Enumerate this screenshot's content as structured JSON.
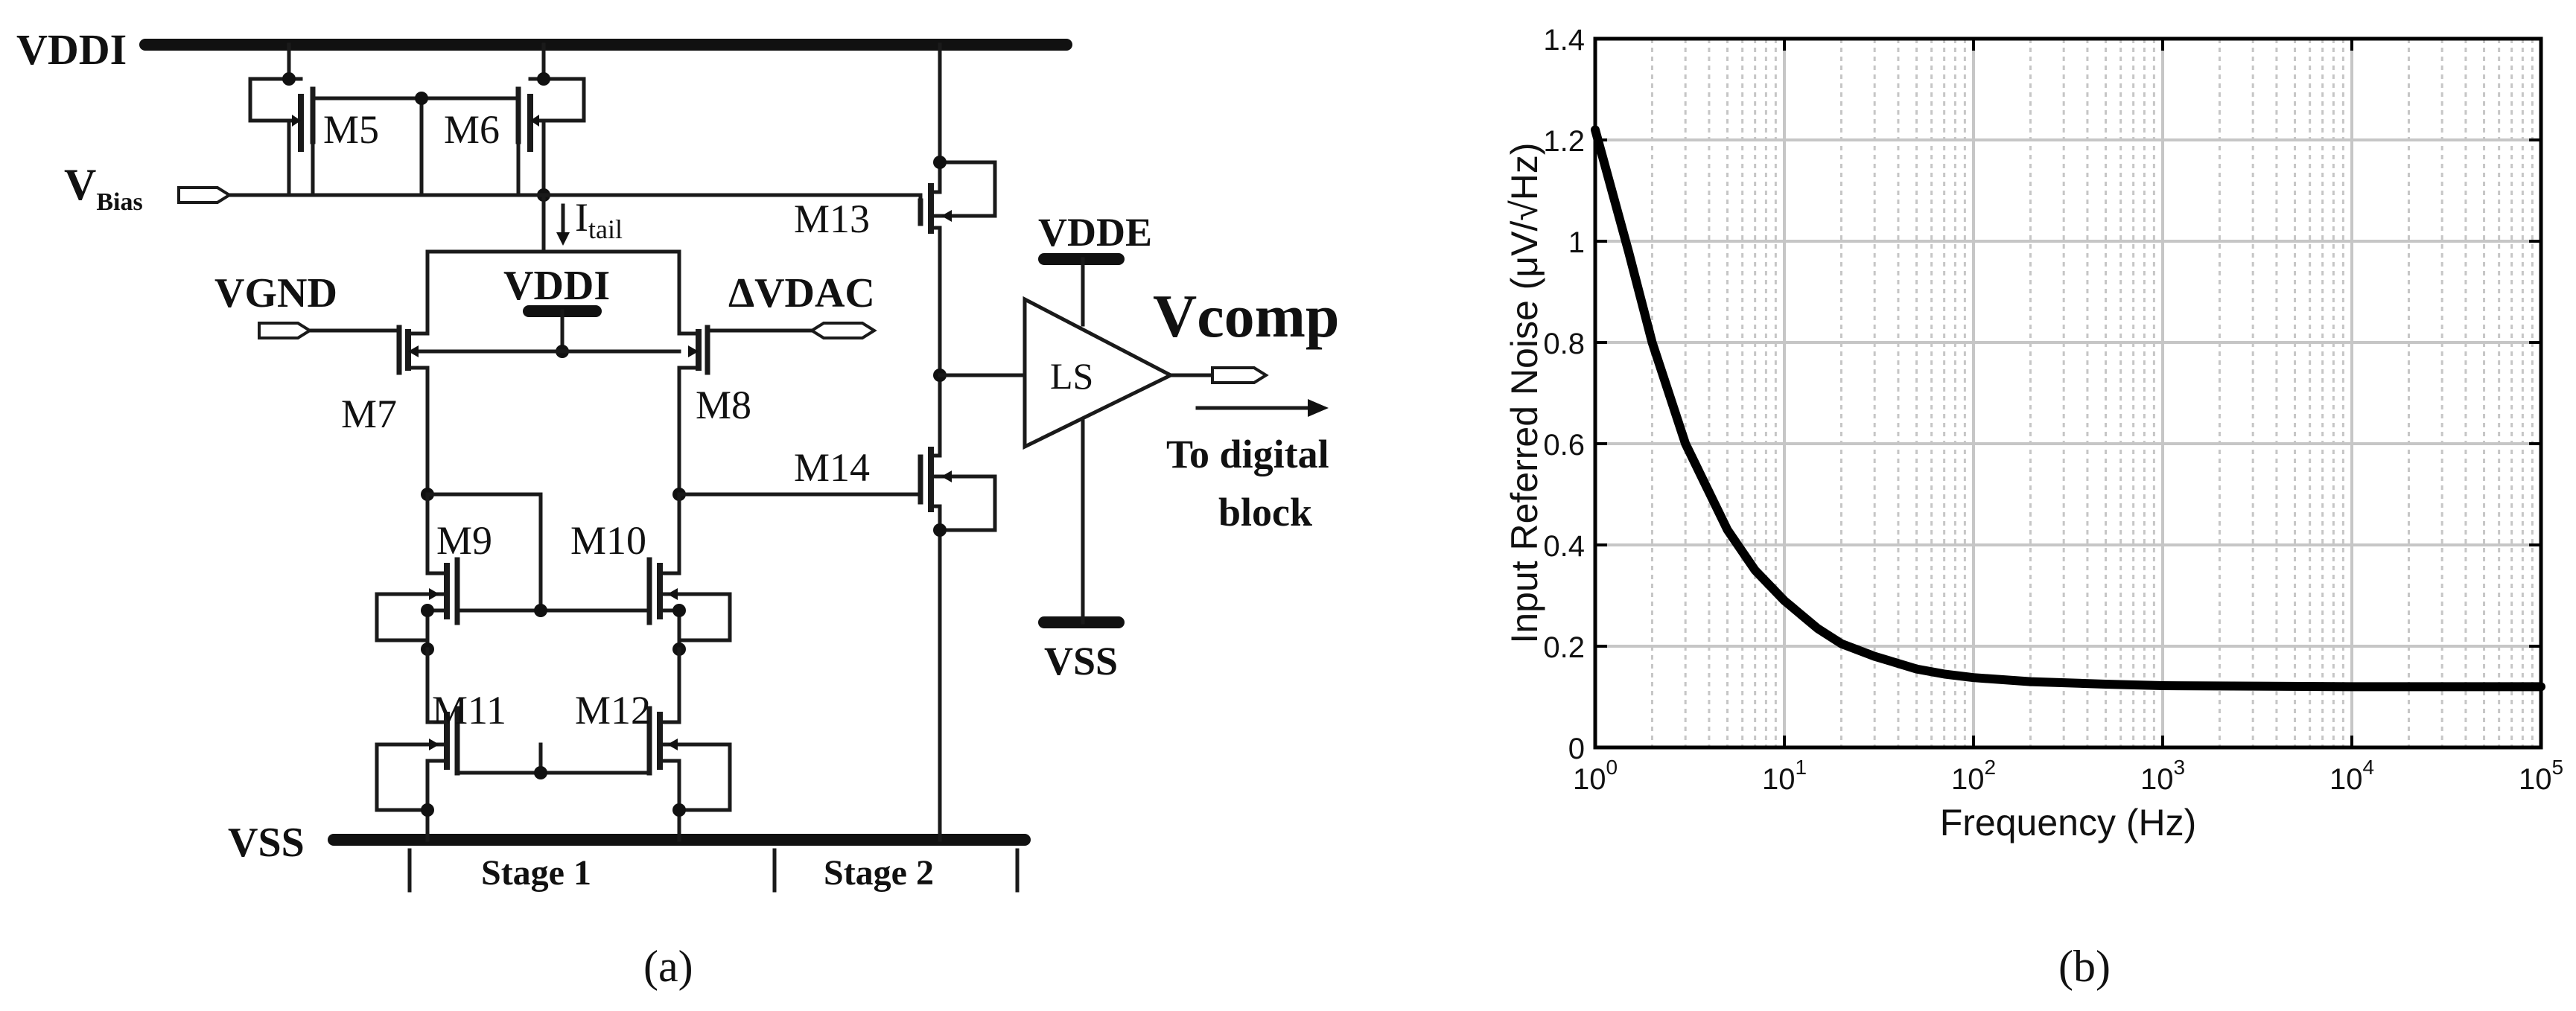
{
  "panel_a": {
    "caption": "(a)",
    "labels": {
      "vddi_rail": "VDDI",
      "vbias_main": "V",
      "vbias_sub": "Bias",
      "m5": "M5",
      "m6": "M6",
      "itail_main": "I",
      "itail_sub": "tail",
      "vddi_body": "VDDI",
      "vgnd": "VGND",
      "dvdac": "ΔVDAC",
      "m7": "M7",
      "m8": "M8",
      "m9": "M9",
      "m10": "M10",
      "m11": "M11",
      "m12": "M12",
      "m13": "M13",
      "m14": "M14",
      "vdde": "VDDE",
      "ls": "LS",
      "vcomp": "Vcomp",
      "to_digital_1": "To digital",
      "to_digital_2": "block",
      "vss_ls": "VSS",
      "vss_rail": "VSS",
      "stage1": "Stage 1",
      "stage2": "Stage 2"
    }
  },
  "panel_b": {
    "caption": "(b)"
  },
  "chart_data": {
    "type": "line",
    "xlabel": "Frequency (Hz)",
    "ylabel": "Input Referred Noise (μV/√Hz)",
    "xscale": "log",
    "xlim": [
      1,
      100000
    ],
    "ylim": [
      0,
      1.4
    ],
    "grid": true,
    "x_ticks": [
      1,
      10,
      100,
      1000,
      10000,
      100000
    ],
    "x_tick_labels": [
      {
        "base": "10",
        "exp": "0"
      },
      {
        "base": "10",
        "exp": "1"
      },
      {
        "base": "10",
        "exp": "2"
      },
      {
        "base": "10",
        "exp": "3"
      },
      {
        "base": "10",
        "exp": "4"
      },
      {
        "base": "10",
        "exp": "5"
      }
    ],
    "y_ticks": [
      0,
      0.2,
      0.4,
      0.6,
      0.8,
      1.0,
      1.2,
      1.4
    ],
    "y_tick_labels": [
      "0",
      "0.2",
      "0.4",
      "0.6",
      "0.8",
      "1",
      "1.2",
      "1.4"
    ],
    "series": [
      {
        "color": "#000000",
        "x": [
          1,
          1.5,
          2,
          3,
          5,
          7,
          10,
          15,
          20,
          30,
          50,
          70,
          100,
          200,
          500,
          1000,
          10000,
          100000
        ],
        "y": [
          1.22,
          0.98,
          0.8,
          0.6,
          0.43,
          0.35,
          0.29,
          0.235,
          0.205,
          0.18,
          0.155,
          0.145,
          0.138,
          0.13,
          0.125,
          0.122,
          0.12,
          0.12
        ]
      }
    ]
  }
}
